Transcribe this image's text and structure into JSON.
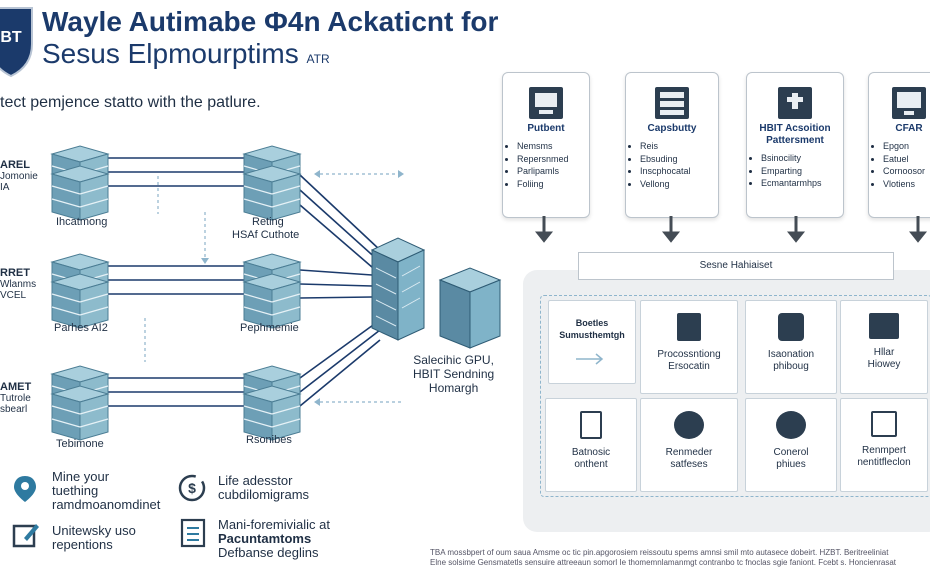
{
  "header": {
    "title_line1": "Wayle Autimabe Ф4n Ackaticnt for",
    "title_line2": "Sesus Elpmourptims",
    "title_suffix": "ATR",
    "shield_text": "BT",
    "tagline": "tect pemjence statto with the patlure."
  },
  "left_side_labels": [
    {
      "head": "AREL",
      "lines": [
        "Jomonie",
        "IA"
      ]
    },
    {
      "head": "RRET",
      "lines": [
        "Wlanms",
        "VCEL"
      ]
    },
    {
      "head": "AMET",
      "lines": [
        "Tutrole",
        "sbearl"
      ]
    }
  ],
  "network": {
    "row1_left": "Ihcatmong",
    "row1_right_line1": "Reting",
    "row1_right_line2": "HSAf Cuthote",
    "row2_left": "Parhes AI2",
    "row2_right": "Pephmemie",
    "row3_left": "Tebimone",
    "row3_right": "Rsonibes",
    "gpu_line1": "Salecihic GPU,",
    "gpu_line2": "HBIT Sendning",
    "gpu_line3": "Homargh"
  },
  "cards": [
    {
      "title": "Putbent",
      "items": [
        "Nemsms",
        "Repersnmed",
        "Parlipamls",
        "Foliing"
      ],
      "icon": "monitor-icon"
    },
    {
      "title": "Capsbutty",
      "items": [
        "Reis",
        "Ebsuding",
        "Inscphocatal",
        "Vellong"
      ],
      "icon": "server-chip-icon"
    },
    {
      "title": "HBIT Acsoition Pattersment",
      "items": [
        "Bsinocility",
        "Emparting",
        "Ecmantarmhps"
      ],
      "icon": "usb-device-icon"
    },
    {
      "title": "CFAR",
      "items": [
        "Epgon",
        "Eatuel",
        "Cornoosor",
        "Vlotiens"
      ],
      "icon": "desktop-icon"
    }
  ],
  "hub": {
    "label": "Sesne Hahiaiset"
  },
  "grid": [
    {
      "label": "Boetles Sumusthemtgh",
      "icon": ""
    },
    {
      "label": "Procossntiong Ersocatin",
      "icon": "printer-icon"
    },
    {
      "label": "Isaonation phiboug",
      "icon": "connector-icon"
    },
    {
      "label": "Hllar Hiowey",
      "icon": "building-icon"
    },
    {
      "label": "Batnosic onthent",
      "icon": "document-icon"
    },
    {
      "label": "Renmeder satfeses",
      "icon": "gears-icon"
    },
    {
      "label": "Conerol phiues",
      "icon": "cogs-icon"
    },
    {
      "label": "Renmpert nentitfleclon",
      "icon": "export-icon"
    }
  ],
  "legend": [
    {
      "line1": "Mine your",
      "line2": "tuething",
      "line3": "ramdmoanomdinet",
      "icon": "location-pin-icon"
    },
    {
      "line1": "Unitewsky uso",
      "line2": "repentions",
      "line3": "",
      "icon": "edit-icon"
    },
    {
      "line1": "Life adesstor",
      "line2": "cubdilomigrams",
      "line3": "",
      "icon": "dollar-refresh-icon"
    },
    {
      "line1": "Mani-foremivialic at",
      "line2": "Pacuntamtoms",
      "line3": "Defbanse deglins",
      "icon": "checklist-icon"
    }
  ],
  "footer": {
    "line1": "TBA mossbpert of oum saua Amsme oc tic pin.apgorosiem reissoutu spems amnsi smil mto autasece dobeirt. HZBT. Beritreeliniat",
    "line2": "Elne solsime Gensmatetls sensuire attreeaun somorl Ie thomemnlamanmgt contranbo tc fnoclas sgie faniont. Fcebt s. Honcienrasat"
  },
  "colors": {
    "brand": "#1b3a6b",
    "teal": "#7fb3c8",
    "server": "#5f8fa8",
    "panel": "#edeff1",
    "dark_icon": "#2c3e50"
  }
}
